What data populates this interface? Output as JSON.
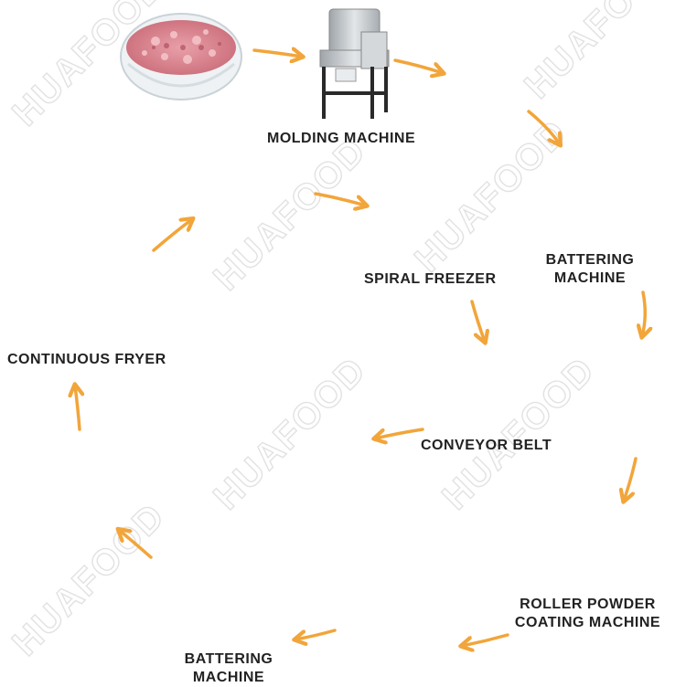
{
  "watermark": "HUAFOOD",
  "colors": {
    "arrow": "#f2a53a",
    "label": "#222222",
    "steel": "#b9bfc4"
  },
  "steps": [
    {
      "id": "raw-meat",
      "label": ""
    },
    {
      "id": "molding",
      "label": "MOLDING MACHINE"
    },
    {
      "id": "molded-nuggets",
      "label": ""
    },
    {
      "id": "battering-top",
      "label_lines": [
        "BATTERING",
        "MACHINE"
      ]
    },
    {
      "id": "battered-nuggets",
      "label": ""
    },
    {
      "id": "roller-powder",
      "label_lines": [
        "ROLLER POWDER",
        "COATING MACHINE"
      ]
    },
    {
      "id": "coated-nuggets-1",
      "label": ""
    },
    {
      "id": "battering-bottom",
      "label_lines": [
        "BATTERING",
        "MACHINE"
      ]
    },
    {
      "id": "coated-nuggets-2",
      "label": ""
    },
    {
      "id": "fryer",
      "label": "CONTINUOUS FRYER"
    },
    {
      "id": "fried-nuggets",
      "label": ""
    },
    {
      "id": "freezer",
      "label": "SPIRAL FREEZER"
    },
    {
      "id": "conveyor",
      "label": "CONVEYOR BELT"
    },
    {
      "id": "breaded-nuggets",
      "label": ""
    }
  ]
}
